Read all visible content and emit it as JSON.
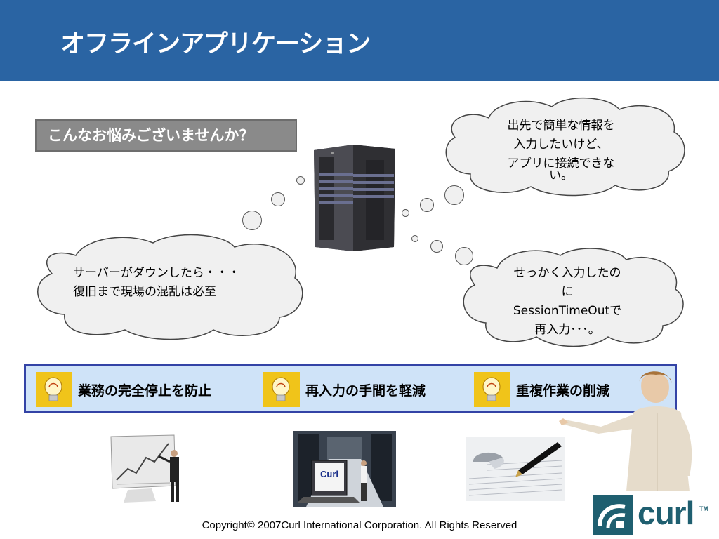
{
  "slide": {
    "title": "オフラインアプリケーション",
    "question": "こんなお悩みございませんか？",
    "clouds": {
      "top_right": [
        "出先で簡単な情報を",
        "入力したいけど、",
        "アプリに接続できな",
        "い。"
      ],
      "left": [
        "サーバーがダウンしたら・・・",
        "復旧まで現場の混乱は必至"
      ],
      "bottom_right": [
        "せっかく入力したの",
        "に",
        "SessionTimeOutで",
        "再入力･･･。"
      ]
    },
    "features": [
      {
        "label": "業務の完全停止を防止"
      },
      {
        "label": "再入力の手間を軽減"
      },
      {
        "label": "重複作業の削減"
      }
    ],
    "laptop_label": "Curl",
    "logo_text": "curl",
    "logo_tm": "TM",
    "copyright": "Copyright© 2007Curl International Corporation. All Rights Reserved"
  },
  "colors": {
    "header": "#2a64a3",
    "question_box": "#8a8a8a",
    "band_fill": "#cfe3f8",
    "band_border": "#3343a6",
    "bulb": "#f0c41a",
    "logo": "#1f5f70"
  }
}
